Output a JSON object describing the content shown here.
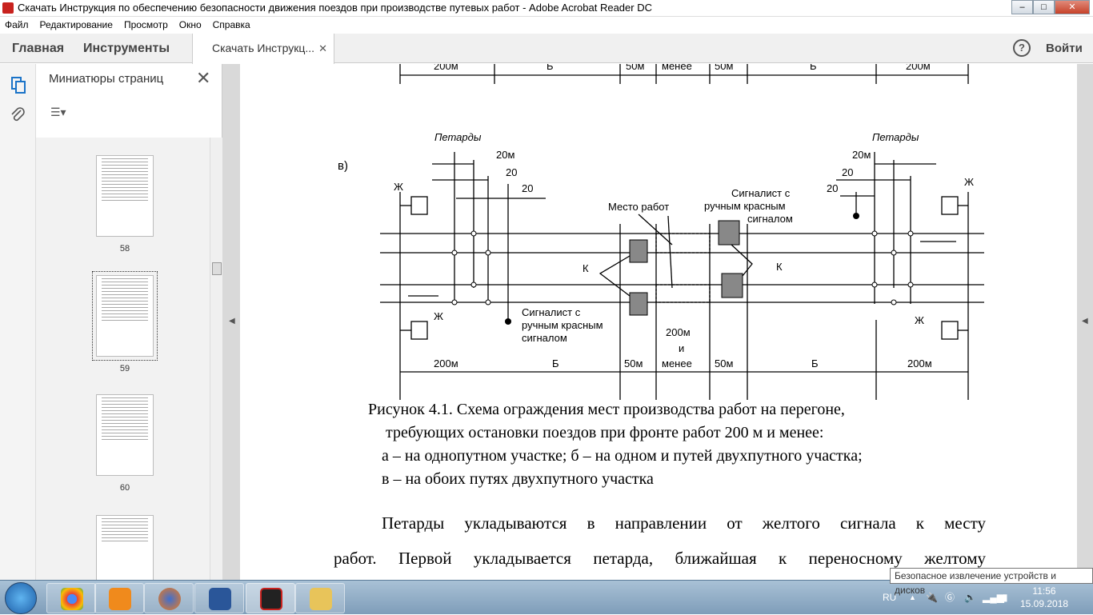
{
  "window": {
    "title": "Скачать  Инструкция по обеспечению безопасности движения поездов при производстве путевых работ - Adobe Acrobat Reader DC",
    "minimize": "–",
    "maximize": "□",
    "close": "✕"
  },
  "menu": [
    "Файл",
    "Редактирование",
    "Просмотр",
    "Окно",
    "Справка"
  ],
  "toolbar": {
    "home": "Главная",
    "tools": "Инструменты",
    "doc_tab": "Скачать  Инструкц...",
    "doc_tab_close": "✕",
    "help": "?",
    "login": "Войти"
  },
  "panel": {
    "title": "Миниатюры страниц",
    "close": "✕",
    "options": "☰▾",
    "pages": [
      "58",
      "59",
      "60"
    ]
  },
  "figure": {
    "top_dims": [
      "200м",
      "Б",
      "50м",
      "менее",
      "50м",
      "Б",
      "200м"
    ],
    "label_v": "в)",
    "petardy": "Петарды",
    "d20m": "20м",
    "d20": "20",
    "zh": "Ж",
    "k": "К",
    "work_place": "Место работ",
    "signalman1": [
      "Сигналист с",
      "ручным красным",
      "сигналом"
    ],
    "bottom_dims": [
      "200м",
      "Б",
      "50м",
      "200м",
      "и",
      "менее",
      "50м",
      "Б",
      "200м"
    ]
  },
  "caption": [
    "Рисунок 4.1. Схема ограждения мест производства работ на перегоне,",
    "требующих остановки поездов при фронте работ 200 м и менее:",
    "а – на однопутном участке; б – на одном и путей двухпутного участка;",
    "в – на обоих путях двухпутного участка"
  ],
  "paragraph": [
    "Петарды укладываются в направлении от желтого сигнала к месту",
    "работ. Первой укладывается петарда, ближайшая к переносному желтому"
  ],
  "tooltip": "Безопасное извлечение устройств и дисков",
  "tray": {
    "lang": "RU",
    "time": "11:56",
    "date": "15.09.2018"
  }
}
